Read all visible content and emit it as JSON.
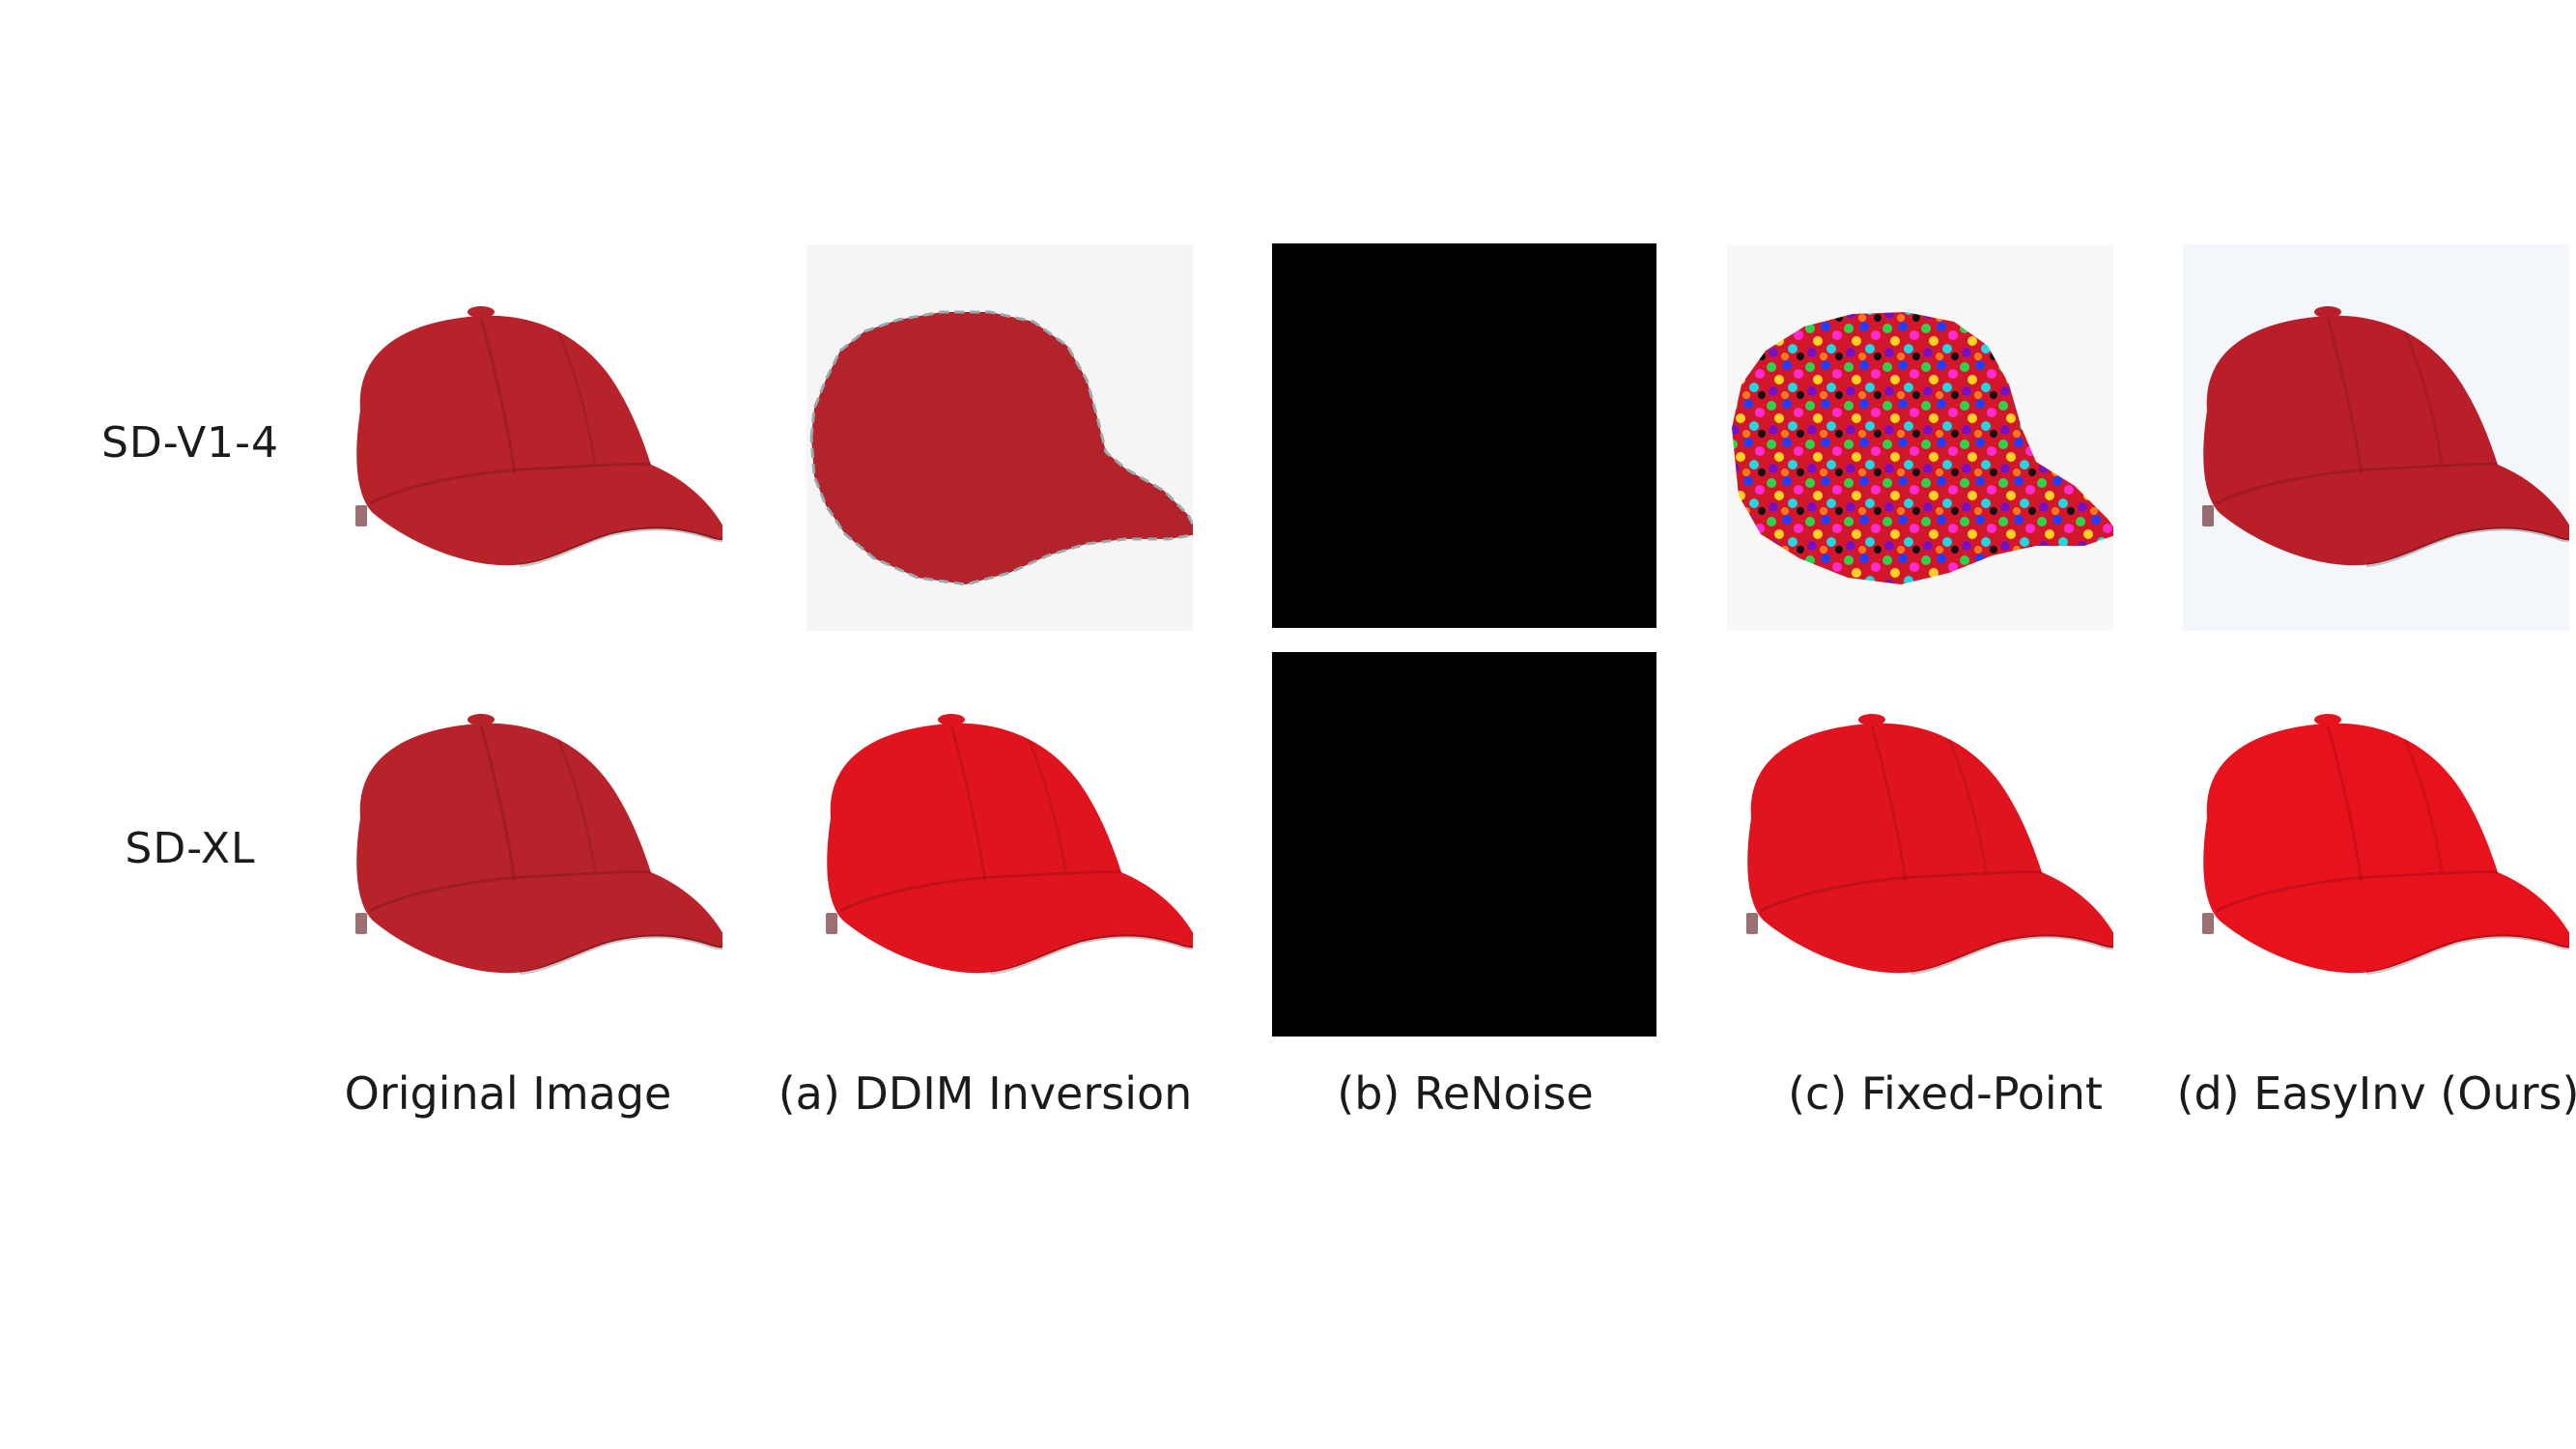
{
  "figure": {
    "row_labels": [
      "SD-V1-4",
      "SD-XL"
    ],
    "column_labels": [
      "Original Image",
      "(a) DDIM Inversion",
      "(b) ReNoise",
      "(c) Fixed-Point",
      "(d) EasyInv (Ours)"
    ]
  },
  "colors": {
    "cap_original": "#b8222a",
    "cap_bright": "#e0141e",
    "renoise_output": "#000000",
    "background": "#ffffff"
  },
  "icons": {
    "cap_image": "baseball-cap"
  }
}
